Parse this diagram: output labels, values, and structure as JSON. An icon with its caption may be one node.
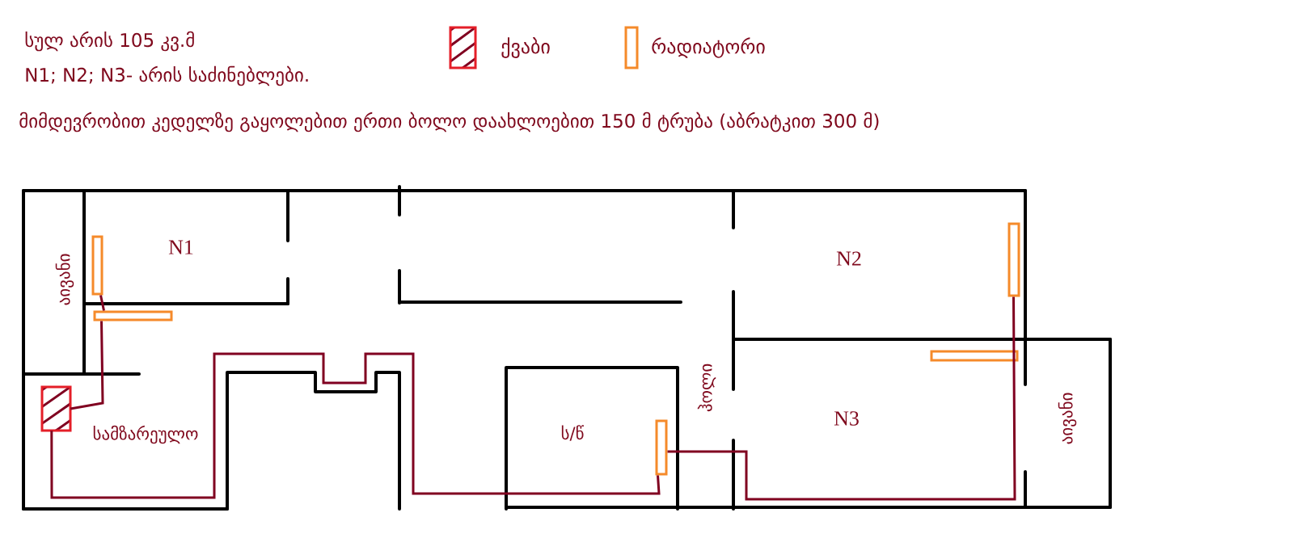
{
  "diagram": {
    "nodes": [
      {
        "text": [],
        "shape": "bar"
      },
      {
        "text": [],
        "shape": "bar"
      },
      {
        "text": [],
        "shape": "bar"
      },
      {
        "text": [],
        "shape": "bar"
      },
      {
        "text": [],
        "shape": "box"
      },
      {
        "text": [],
        "shape": "bar"
      }
    ],
    "edges": [
      {
        "from": 4,
        "to": 2,
        "arrow": "none"
      },
      {
        "from": 2,
        "to": 1,
        "arrow": "none"
      },
      {
        "from": 4,
        "to": 5,
        "arrow": "none"
      },
      {
        "from": 5,
        "to": 0,
        "arrow": "none"
      }
    ],
    "labels": [
      "სულ არის 105 კვ.მ",
      "N1; N2; N3- არის საძინებლები.",
      "მიმდევრობით კედელზე გაყოლებით ერთი ბოლო დაახლოებით 150 მ ტრუბა (აბრატკით 300 მ)",
      "N1",
      "N2",
      "აივანი",
      "ჰოლი",
      "N3",
      "აივანი",
      "ს/წ",
      "სამზარეულო"
    ],
    "legend": [
      {
        "text": "ქვაბი"
      },
      {
        "text": "რადიატორი"
      }
    ]
  }
}
